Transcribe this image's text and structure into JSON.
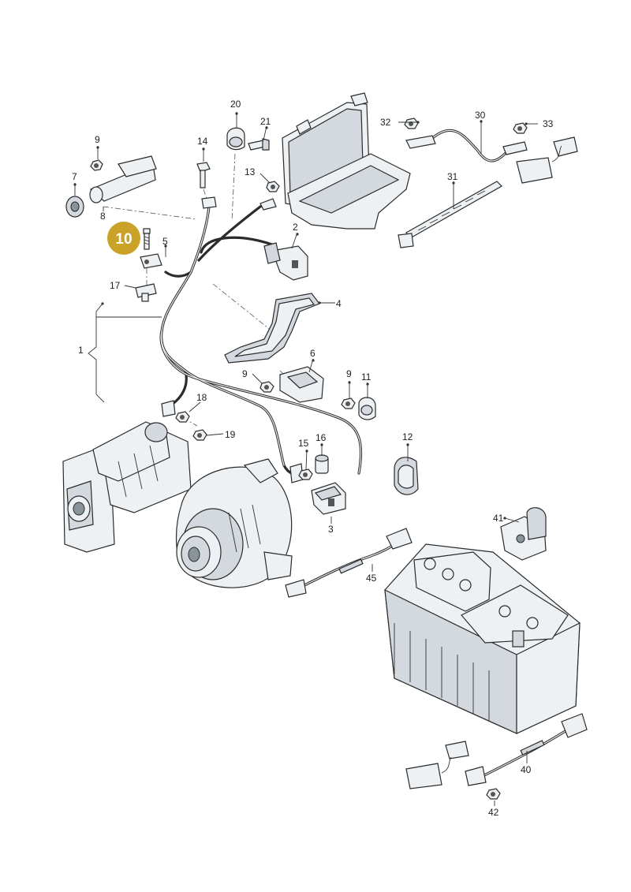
{
  "highlight": {
    "number": "10",
    "color": "#c9a227"
  },
  "callouts": [
    {
      "id": "c1",
      "text": "1"
    },
    {
      "id": "c2",
      "text": "2"
    },
    {
      "id": "c3",
      "text": "3"
    },
    {
      "id": "c4",
      "text": "4"
    },
    {
      "id": "c5",
      "text": "5"
    },
    {
      "id": "c6",
      "text": "6"
    },
    {
      "id": "c7",
      "text": "7"
    },
    {
      "id": "c8",
      "text": "8"
    },
    {
      "id": "c9a",
      "text": "9"
    },
    {
      "id": "c9b",
      "text": "9"
    },
    {
      "id": "c9c",
      "text": "9"
    },
    {
      "id": "c11",
      "text": "11"
    },
    {
      "id": "c12",
      "text": "12"
    },
    {
      "id": "c13",
      "text": "13"
    },
    {
      "id": "c14",
      "text": "14"
    },
    {
      "id": "c15",
      "text": "15"
    },
    {
      "id": "c16",
      "text": "16"
    },
    {
      "id": "c17",
      "text": "17"
    },
    {
      "id": "c18",
      "text": "18"
    },
    {
      "id": "c19",
      "text": "19"
    },
    {
      "id": "c20",
      "text": "20"
    },
    {
      "id": "c21",
      "text": "21"
    },
    {
      "id": "c30",
      "text": "30"
    },
    {
      "id": "c31",
      "text": "31"
    },
    {
      "id": "c32",
      "text": "32"
    },
    {
      "id": "c33",
      "text": "33"
    },
    {
      "id": "c40",
      "text": "40"
    },
    {
      "id": "c41",
      "text": "41"
    },
    {
      "id": "c42",
      "text": "42"
    },
    {
      "id": "c45",
      "text": "45"
    }
  ]
}
